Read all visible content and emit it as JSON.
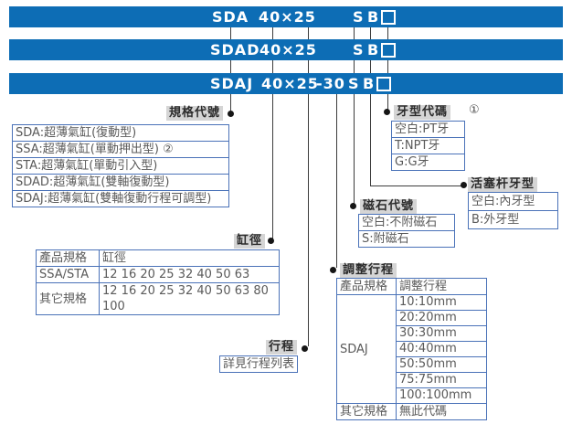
{
  "colors": {
    "bar_blue": "#0d6db5",
    "label_gray": "#d5d5d5",
    "table_border_blue": "#4a72b8",
    "line_dark": "#3c3c3c",
    "table_text_gray": "#5a5a5a"
  },
  "bars": [
    {
      "code": "SDA",
      "bore_stroke": "40×25",
      "adjust": "",
      "magnet": "S",
      "rod": "B"
    },
    {
      "code": "SDAD",
      "bore_stroke": "40×25",
      "adjust": "",
      "magnet": "S",
      "rod": "B"
    },
    {
      "code": "SDAJ",
      "bore_stroke": "40×25",
      "adjust": "-30",
      "magnet": "S",
      "rod": "B"
    }
  ],
  "sections": {
    "spec": {
      "label": "規格代號",
      "rows": [
        "SDA:超薄氣缸(復動型)",
        "SSA:超薄氣缸(單動押出型) ②",
        "STA:超薄氣缸(單動引入型)",
        "SDAD:超薄氣缸(雙軸復動型)",
        "SDAJ:超薄氣缸(雙軸復動行程可調型)"
      ]
    },
    "thread": {
      "label": "牙型代碼",
      "footnote": "①",
      "rows": [
        "空白:PT牙",
        "T:NPT牙",
        "G:G牙"
      ]
    },
    "rod": {
      "label": "活塞杆牙型",
      "rows": [
        "空白:內牙型",
        "B:外牙型"
      ]
    },
    "magnet": {
      "label": "磁石代號",
      "rows": [
        "空白:不附磁石",
        "S:附磁石"
      ]
    },
    "bore": {
      "label": "缸徑",
      "header": [
        "產品規格",
        "缸徑"
      ],
      "rows": [
        [
          "SSA/STA",
          "12 16 20 25 32 40 50 63"
        ],
        [
          "其它規格",
          "12 16 20 25 32 40 50 63 80 100"
        ]
      ]
    },
    "stroke": {
      "label": "行程",
      "note": "詳見行程列表"
    },
    "adjust": {
      "label": "調整行程",
      "header": [
        "產品規格",
        "調整行程"
      ],
      "group_label": "SDAJ",
      "group_rows": [
        "10:10mm",
        "20:20mm",
        "30:30mm",
        "40:40mm",
        "50:50mm",
        "75:75mm",
        "100:100mm"
      ],
      "other": [
        "其它規格",
        "無此代碼"
      ]
    }
  }
}
